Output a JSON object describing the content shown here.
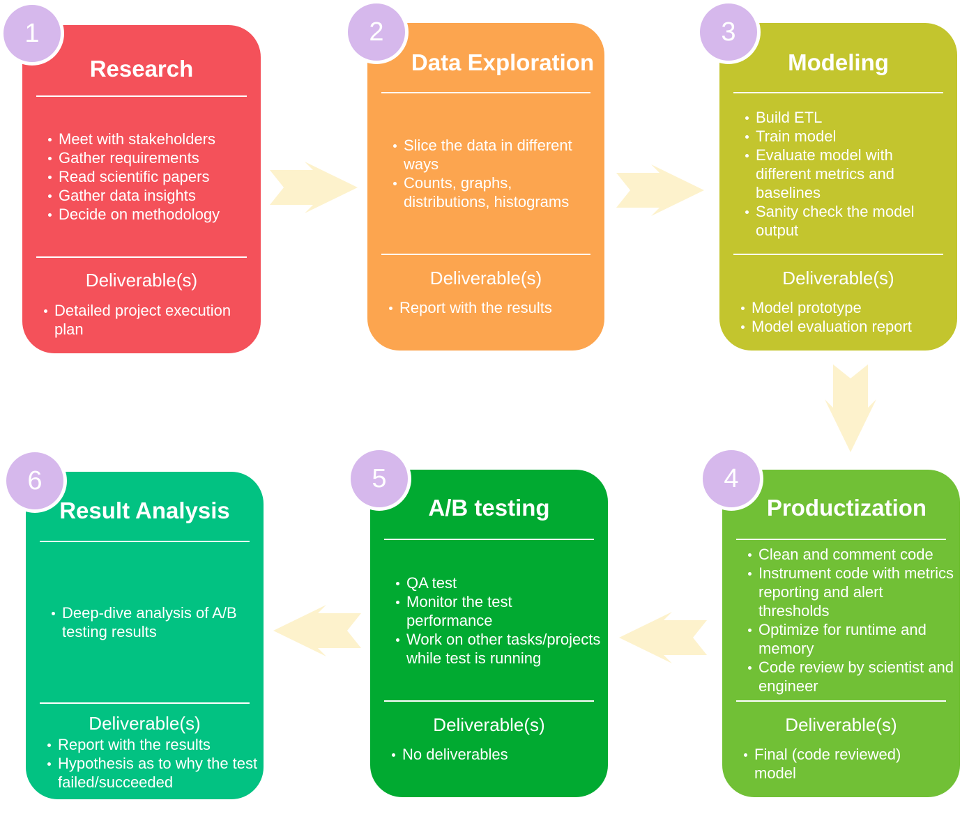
{
  "stages": [
    {
      "number": "1",
      "title": "Research",
      "color": "#f4515a",
      "tasks": [
        "Meet with stakeholders",
        "Gather requirements",
        "Read scientific papers",
        "Gather data insights",
        "Decide on methodology"
      ],
      "deliverables_heading": "Deliverable(s)",
      "deliverables": [
        "Detailed project execution plan"
      ]
    },
    {
      "number": "2",
      "title": "Data Exploration",
      "color": "#fca54f",
      "tasks": [
        "Slice the data in different ways",
        "Counts, graphs, distributions, histograms"
      ],
      "deliverables_heading": "Deliverable(s)",
      "deliverables": [
        "Report with the results"
      ]
    },
    {
      "number": "3",
      "title": "Modeling",
      "color": "#c3c52e",
      "tasks": [
        "Build ETL",
        "Train model",
        "Evaluate model with different metrics and baselines",
        "Sanity check the model output"
      ],
      "deliverables_heading": "Deliverable(s)",
      "deliverables": [
        "Model prototype",
        "Model evaluation report"
      ]
    },
    {
      "number": "4",
      "title": "Productization",
      "color": "#71c036",
      "tasks": [
        "Clean and comment code",
        "Instrument code with metrics reporting and alert thresholds",
        "Optimize for runtime and memory",
        "Code review by scientist and engineer"
      ],
      "deliverables_heading": "Deliverable(s)",
      "deliverables": [
        "Final (code reviewed) model"
      ]
    },
    {
      "number": "5",
      "title": "A/B testing",
      "color": "#01aa31",
      "tasks": [
        "QA test",
        "Monitor the test performance",
        "Work on other tasks/projects while test is running"
      ],
      "deliverables_heading": "Deliverable(s)",
      "deliverables": [
        "No deliverables"
      ]
    },
    {
      "number": "6",
      "title": "Result Analysis",
      "color": "#02c282",
      "tasks": [
        "Deep-dive analysis of A/B testing results"
      ],
      "deliverables_heading": "Deliverable(s)",
      "deliverables": [
        "Report with the results",
        "Hypothesis as to why the test failed/succeeded"
      ]
    }
  ],
  "colors": {
    "badge": "#d6b8ec",
    "arrow": "#fdf2cc"
  }
}
